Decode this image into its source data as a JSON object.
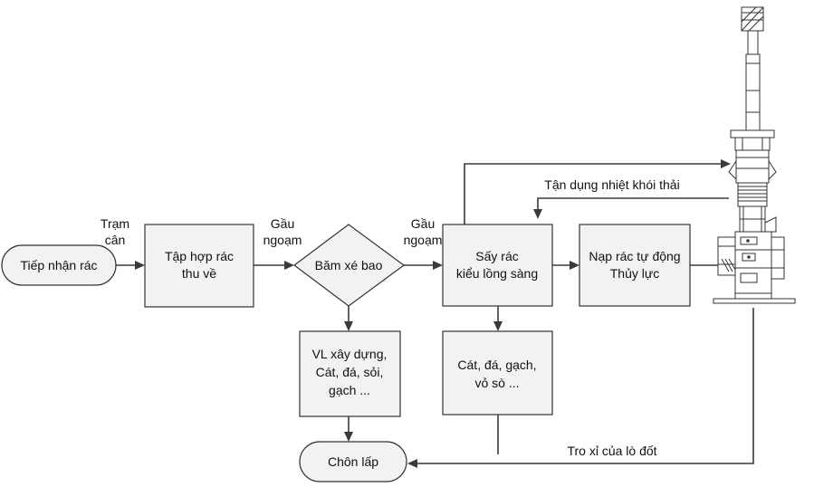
{
  "nodes": {
    "receive": "Tiếp nhận rác",
    "collect": [
      "Tập hợp rác",
      "thu về"
    ],
    "shred": "Băm xé bao",
    "dryer": [
      "Sấy rác",
      "kiểu lồng sàng"
    ],
    "feeder": [
      "Nạp rác tự động",
      "Thủy lực"
    ],
    "construction": [
      "VL xây dựng,",
      "Cát, đá, sỏi,",
      "gạch ..."
    ],
    "sand": [
      "Cát, đá, gạch,",
      "vỏ sò ..."
    ],
    "landfill": "Chôn lấp"
  },
  "edges": {
    "scale": [
      "Trạm",
      "cân"
    ],
    "grab1": [
      "Gầu",
      "ngoạm"
    ],
    "grab2": [
      "Gầu",
      "ngoạm"
    ],
    "heat": "Tận dụng nhiệt khói thải",
    "ash": "Tro xỉ của lò đốt"
  }
}
